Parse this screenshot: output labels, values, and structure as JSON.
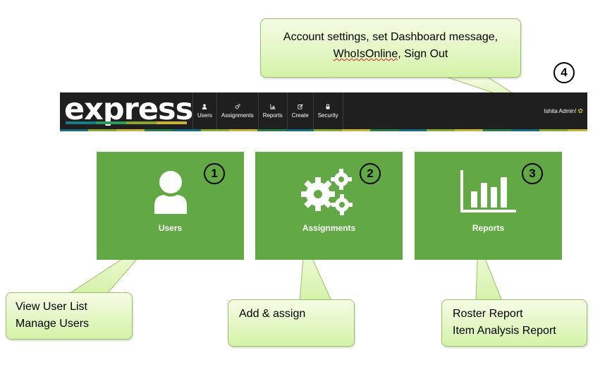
{
  "navbar": {
    "logo_text": "express",
    "items": [
      {
        "label": "Users",
        "icon": "user-icon"
      },
      {
        "label": "Assignments",
        "icon": "gears-icon"
      },
      {
        "label": "Reports",
        "icon": "bar-chart-icon"
      },
      {
        "label": "Create",
        "icon": "edit-icon"
      },
      {
        "label": "Security",
        "icon": "lock-icon"
      }
    ],
    "user_name": "Ishita Admin!",
    "colors": {
      "background": "#1f1f1f",
      "accent": "#c9b23a"
    }
  },
  "tiles": [
    {
      "label": "Users",
      "badge": "1",
      "icon": "user-icon"
    },
    {
      "label": "Assignments",
      "badge": "2",
      "icon": "gears-icon"
    },
    {
      "label": "Reports",
      "badge": "3",
      "icon": "bar-chart-icon"
    }
  ],
  "tile_color": "#62a844",
  "callouts": {
    "account": {
      "badge": "4",
      "line1": "Account settings, set Dashboard message,",
      "line2_link": "WhoIsOnline",
      "line2_rest": ", Sign Out"
    },
    "users": {
      "line1": "View User List",
      "line2": "Manage Users"
    },
    "assignments": {
      "line1": "Add & assign"
    },
    "reports": {
      "line1": "Roster Report",
      "line2": "Item Analysis Report"
    }
  }
}
